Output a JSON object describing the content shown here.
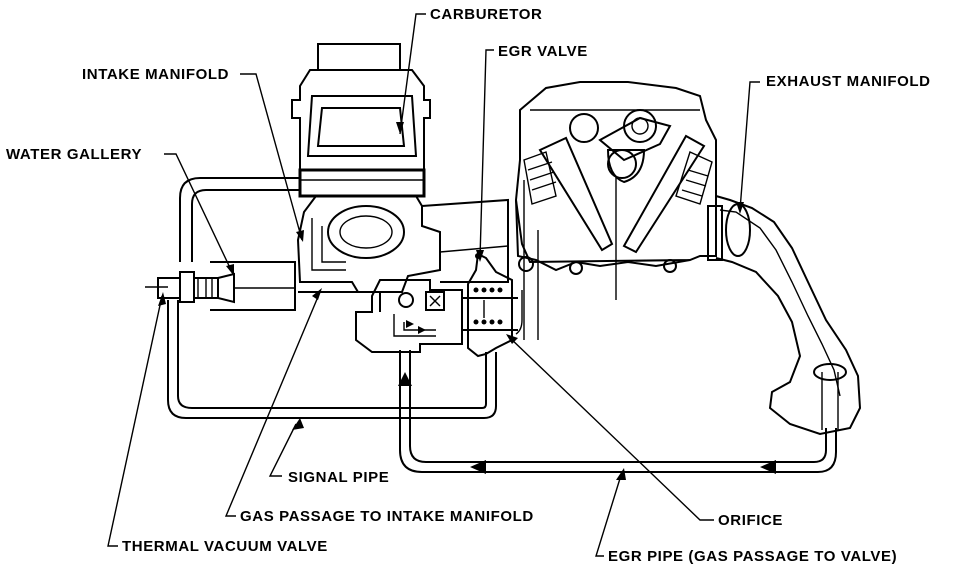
{
  "labels": {
    "carburetor": "CARBURETOR",
    "egr_valve": "EGR VALVE",
    "intake_manifold": "INTAKE MANIFOLD",
    "exhaust_manifold": "EXHAUST MANIFOLD",
    "water_gallery": "WATER GALLERY",
    "signal_pipe": "SIGNAL PIPE",
    "gas_passage": "GAS PASSAGE TO INTAKE MANIFOLD",
    "orifice": "ORIFICE",
    "thermal_vacuum_valve": "THERMAL VACUUM VALVE",
    "egr_pipe": "EGR PIPE (GAS PASSAGE TO VALVE)"
  }
}
